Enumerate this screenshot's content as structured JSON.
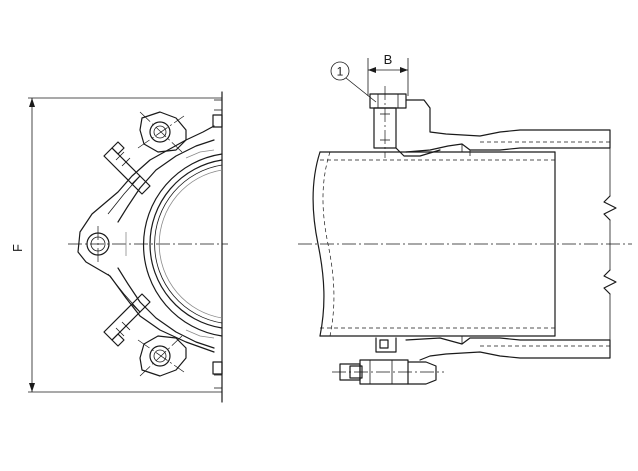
{
  "labels": {
    "dimension_f": "F",
    "dimension_b": "B",
    "part_callout": "1"
  },
  "colors": {
    "line": "#1a1a1a",
    "background": "#ffffff",
    "shade": "#8a8a8a"
  }
}
